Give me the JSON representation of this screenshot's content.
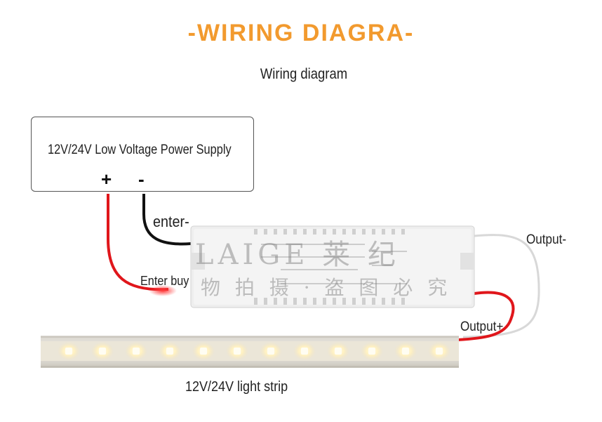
{
  "header": {
    "title": "-WIRING DIAGRA-",
    "subtitle": "Wiring diagram"
  },
  "power_supply": {
    "label": "12V/24V Low Voltage Power Supply",
    "plus": "+",
    "minus": "-"
  },
  "labels": {
    "enter_minus": "enter-",
    "enter_plus": "Enter buy",
    "output_minus": "Output-",
    "output_plus": "Output+",
    "strip": "12V/24V light strip"
  },
  "watermark": {
    "line1": "LAIGE 莱 纪",
    "line2": "物 拍 摄 · 盗 图 必 究"
  },
  "colors": {
    "title": "#f29a2e",
    "wire_red": "#e0161b",
    "wire_black": "#111111",
    "wire_white": "#dddddd"
  }
}
